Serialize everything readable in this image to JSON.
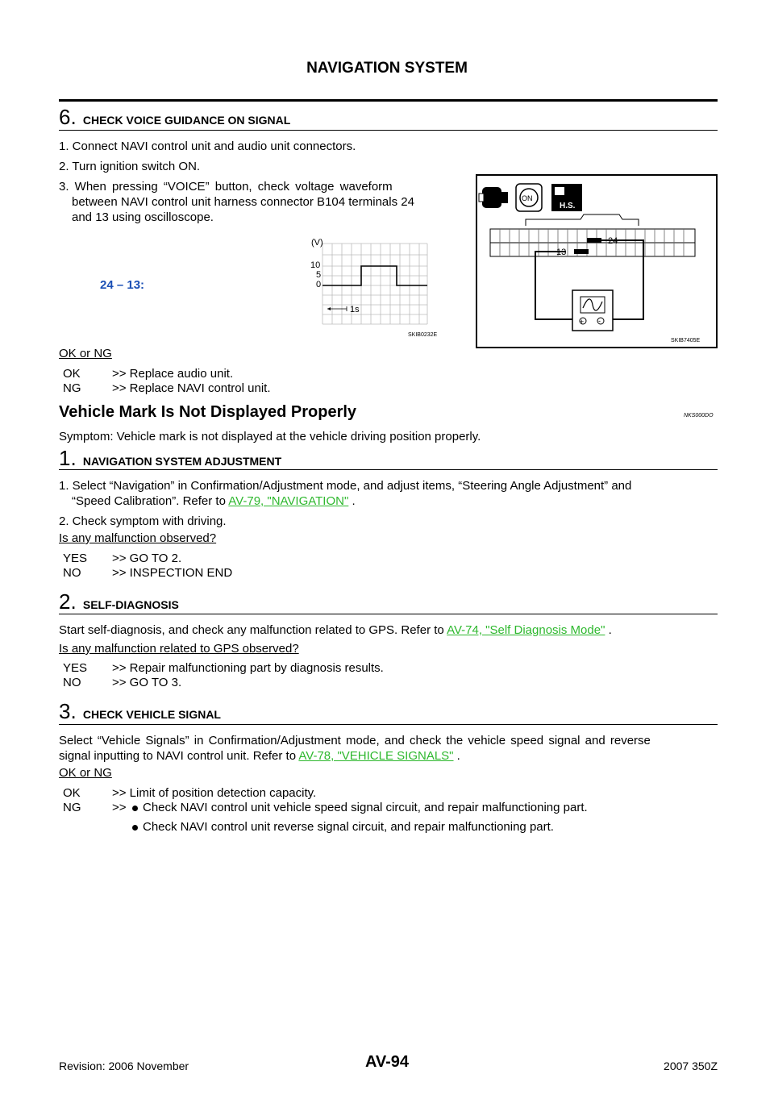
{
  "header": {
    "title": "NAVIGATION SYSTEM"
  },
  "step6": {
    "num": "6.",
    "title": "CHECK VOICE GUIDANCE ON SIGNAL",
    "items": [
      "1. Connect NAVI control unit and audio unit connectors.",
      "2. Turn ignition switch ON.",
      "3. When pressing “VOICE” button, check voltage waveform",
      "between NAVI control unit harness connector B104 terminals 24",
      "and 13 using oscilloscope."
    ],
    "terminal_label": "24 – 13:",
    "waveform": {
      "unit": "(V)",
      "y_ticks": [
        "10",
        "5",
        "0"
      ],
      "time_label": "1s",
      "code": "SKIB0232E"
    },
    "connector_fig": {
      "pin_a": "24",
      "pin_b": "13",
      "on_label": "ON",
      "hs_label": "H.S.",
      "code": "SKIB7405E"
    },
    "result_q": "OK or NG",
    "results": [
      {
        "key": "OK",
        "text": ">> Replace audio unit."
      },
      {
        "key": "NG",
        "text": ">> Replace NAVI control unit."
      }
    ]
  },
  "section": {
    "title": "Vehicle Mark Is Not Displayed Properly",
    "code": "NKS000DO",
    "symptom": "Symptom: Vehicle mark is not displayed at the vehicle driving position properly."
  },
  "step1": {
    "num": "1.",
    "title": "NAVIGATION SYSTEM ADJUSTMENT",
    "item1_line1": "1. Select “Navigation” in Confirmation/Adjustment mode, and adjust items, “Steering Angle Adjustment” and",
    "item1_line2_pre": "“Speed Calibration”. Refer to ",
    "item1_link": "AV-79, \"NAVIGATION\"",
    "item1_post": " .",
    "item2": "2. Check symptom with driving.",
    "question": "Is any malfunction observed?",
    "results": [
      {
        "key": "YES",
        "text": ">> GO TO 2."
      },
      {
        "key": "NO",
        "text": ">> INSPECTION END"
      }
    ]
  },
  "step2": {
    "num": "2.",
    "title": "SELF-DIAGNOSIS",
    "line_pre": "Start self-diagnosis, and check any malfunction related to GPS. Refer to ",
    "link": "AV-74, \"Self Diagnosis Mode\"",
    "line_post": " .",
    "question": "Is any malfunction related to GPS observed?",
    "results": [
      {
        "key": "YES",
        "text": ">> Repair malfunctioning part by diagnosis results."
      },
      {
        "key": "NO",
        "text": ">> GO TO 3."
      }
    ]
  },
  "step3": {
    "num": "3.",
    "title": "CHECK VEHICLE SIGNAL",
    "line1": "Select “Vehicle Signals” in Confirmation/Adjustment mode, and check the vehicle speed signal and reverse",
    "line2_pre": "signal inputting to NAVI control unit. Refer to ",
    "link": "AV-78, \"VEHICLE SIGNALS\"",
    "line2_post": " .",
    "question": "OK or NG",
    "ok_key": "OK",
    "ok_text": ">> Limit of position detection capacity.",
    "ng_key": "NG",
    "ng_arrow": ">>",
    "ng_bullets": [
      "Check NAVI control unit vehicle speed signal circuit, and repair malfunctioning part.",
      "Check NAVI control unit reverse signal circuit, and repair malfunctioning part."
    ]
  },
  "footer": {
    "revision": "Revision: 2006 November",
    "page": "AV-94",
    "model": "2007 350Z"
  }
}
